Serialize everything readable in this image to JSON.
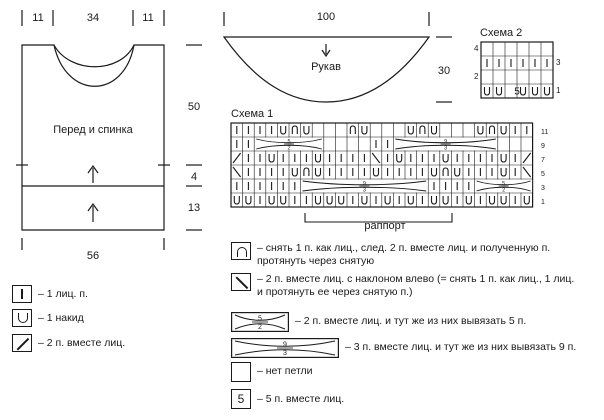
{
  "garment": {
    "top_dims": [
      "11",
      "34",
      "11"
    ],
    "bottom_width": "56",
    "height_main": "50",
    "height_band_top": "4",
    "height_band": "13",
    "label": "Перед и спинка"
  },
  "sleeve": {
    "width": "100",
    "height": "30",
    "label": "Рукав"
  },
  "scheme1": {
    "title": "Схема 1",
    "row_numbers": [
      "11",
      "9",
      "7",
      "5",
      "3",
      "1"
    ],
    "repeat_label": "раппорт",
    "dec5": {
      "top": "5",
      "bottom": "2"
    },
    "dec9": {
      "top": "9",
      "bottom": "3"
    }
  },
  "scheme2": {
    "title": "Схема 2",
    "left_numbers": [
      "4",
      "2"
    ],
    "right_numbers": [
      "3",
      "1"
    ],
    "cell_five": "5"
  },
  "legend_left": [
    {
      "symbol": "knit",
      "text": "– 1 лиц. п."
    },
    {
      "symbol": "yarnover",
      "text": "– 1 накид"
    },
    {
      "symbol": "k2tog",
      "text": "– 2 п. вместе лиц."
    }
  ],
  "legend_right": [
    {
      "symbol": "sk2p",
      "text": "– снять 1 п. как лиц., след. 2 п. вместе лиц. и полученную п. протянуть через снятую"
    },
    {
      "symbol": "ssk",
      "text": "– 2 п. вместе лиц. с наклоном влево (= снять 1 п. как лиц., 1 лиц. и протянуть ее через снятую п.)"
    },
    {
      "symbol": "inc5",
      "text": "– 2 п. вместе лиц. и тут же из них вывязать 5 п.",
      "top": "5",
      "bottom": "2"
    },
    {
      "symbol": "inc9",
      "text": "– 3 п. вместе лиц. и тут же из них вывязать 9 п.",
      "top": "9",
      "bottom": "3"
    },
    {
      "symbol": "nostitch",
      "text": "– нет петли"
    },
    {
      "symbol": "five",
      "text": "– 5 п. вместе лиц.",
      "cell": "5"
    }
  ]
}
